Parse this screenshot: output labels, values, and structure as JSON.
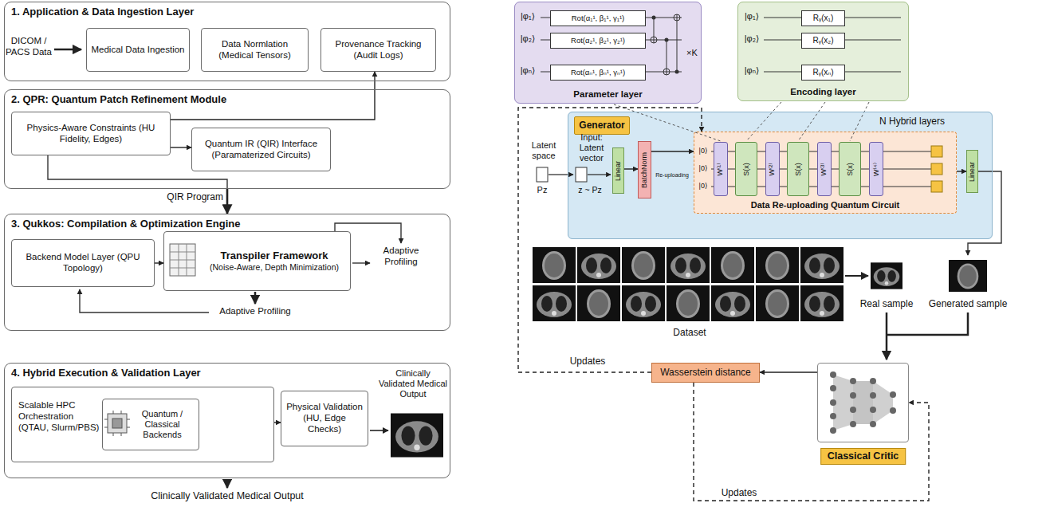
{
  "diagram": {
    "nodes": [
      {
        "text": [
          "1. Application & Data Ingestion Layer"
        ]
      },
      {
        "text": [
          "Medical Data Ingestion"
        ],
        "in": 0
      },
      {
        "text": [
          "Data Normlation (Medical Tensors)"
        ],
        "in": 0
      },
      {
        "text": [
          "Provenance Tracking (Audit Logs)"
        ],
        "in": 0
      },
      {
        "text": [
          "2. QPR: Quantum Patch Refinement Module"
        ]
      },
      {
        "text": [
          "Physics-Aware Constraints (HU Fidelity, Edges)"
        ],
        "in": 4
      },
      {
        "text": [
          "Quantum IR (QIR) Interface (Paramaterized Circuits)"
        ],
        "in": 4
      },
      {
        "text": [
          "3. Qukkos: Compilation & Optimization Engine"
        ]
      },
      {
        "text": [
          "Backend Model Layer (QPU Topology)"
        ],
        "in": 7
      },
      {
        "text": [
          "Transpiler Framework",
          "(Noise-Aware, Depth Minimization)"
        ],
        "in": 7
      },
      {
        "text": [
          "4. Hybrid Execution & Validation Layer"
        ]
      },
      {
        "text": [
          "Scalable HPC Orchestration (QTAU, Slurm/PBS)"
        ],
        "in": 10
      },
      {
        "text": [
          "Quantum / Classical Backends"
        ],
        "in": 11
      },
      {
        "text": [
          "Physical Validation (HU, Edge Checks)"
        ],
        "in": 10
      },
      {
        "text": [
          "Parameter layer"
        ]
      },
      {
        "text": [
          "Rot(α₁¹, β₁¹, γ₁¹)"
        ],
        "in": 14
      },
      {
        "text": [
          "Rot(α₂¹, β₂¹, γ₂¹)"
        ],
        "in": 14
      },
      {
        "text": [
          "Rot(αₙ¹, βₙ¹, γₙ¹)"
        ],
        "in": 14
      },
      {
        "text": [
          "Encoding layer"
        ]
      },
      {
        "text": [
          "Rᵧ(x₁)"
        ],
        "in": 18
      },
      {
        "text": [
          "Rᵧ(x₂)"
        ],
        "in": 18
      },
      {
        "text": [
          "Rᵧ(xₙ)"
        ],
        "in": 18
      },
      {
        "text": [
          "N Hybrid layers"
        ]
      },
      {
        "text": [
          "Generator"
        ],
        "in": 22
      },
      {
        "text": [
          "Linear"
        ],
        "in": 22
      },
      {
        "text": [
          "BatchNorm"
        ],
        "in": 22
      },
      {
        "text": [
          "Data Re-uploading Quantum Circuit"
        ],
        "in": 22
      },
      {
        "text": [
          "W⁽¹⁾"
        ],
        "in": 26
      },
      {
        "text": [
          "S(x)"
        ],
        "in": 26
      },
      {
        "text": [
          "W⁽²⁾"
        ],
        "in": 26
      },
      {
        "text": [
          "S(x)"
        ],
        "in": 26
      },
      {
        "text": [
          "W⁽³⁾"
        ],
        "in": 26
      },
      {
        "text": [
          "S(x)"
        ],
        "in": 26
      },
      {
        "text": [
          "W⁽⁴⁾"
        ],
        "in": 26
      },
      {
        "text": [
          "Linear"
        ],
        "in": 22
      },
      {
        "text": [
          "Wasserstein distance"
        ]
      },
      {
        "text": [
          "Classical Critic"
        ]
      }
    ],
    "edges": [
      {
        "from": 5,
        "to": 3,
        "arrow": "to"
      },
      {
        "from": 5,
        "to": 6,
        "arrow": "to"
      },
      {
        "from": 4,
        "to": 7,
        "label": "QIR Program",
        "arrow": "to"
      },
      {
        "from": 8,
        "to": 9,
        "arrow": "to"
      },
      {
        "from": 11,
        "to": 13,
        "arrow": "to"
      },
      {
        "from": 36,
        "to": 35,
        "arrow": "to"
      },
      {
        "from": 35,
        "to": 36,
        "label": "Updates",
        "arrow": "to"
      },
      {
        "from": 35,
        "to": 26,
        "label": "Updates",
        "arrow": "to"
      },
      {
        "from": 24,
        "to": 25,
        "arrow": "to"
      },
      {
        "from": 25,
        "to": 26,
        "arrow": "to"
      },
      {
        "from": 26,
        "to": 34,
        "arrow": "to"
      }
    ],
    "labels": [
      "DICOM / PACS Data",
      "Adaptive Profiling",
      "Adaptive Profiling",
      "Clinically Validated Medical Output",
      "Clinically Validated Medical Output",
      "|φ₁⟩",
      "|φ₂⟩",
      "|φₙ⟩",
      "×K",
      "|φ₁⟩",
      "|φ₂⟩",
      "|φₙ⟩",
      "Latent space",
      "Pz",
      "Input: Latent vector",
      "z ~ Pz",
      "Re-uploading",
      "|0⟩",
      "|0⟩",
      "|0⟩",
      "Dataset",
      "Real sample",
      "Generated sample"
    ]
  }
}
